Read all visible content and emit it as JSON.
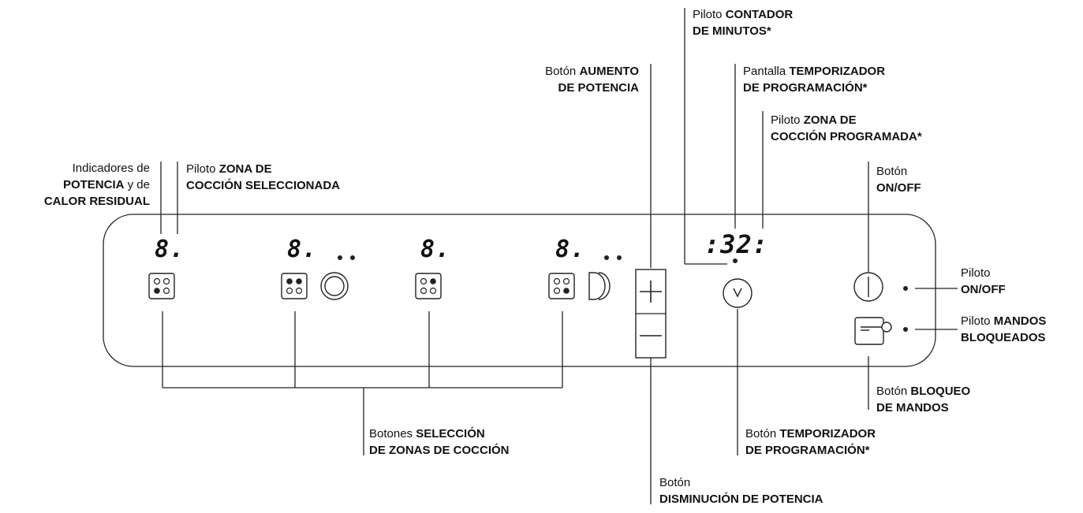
{
  "labels": {
    "indicadores": {
      "l1": "Indicadores de",
      "l2a": "POTENCIA",
      "l2b": " y de",
      "l3": "CALOR RESIDUAL"
    },
    "piloto_zona_sel": {
      "l1a": "Piloto ",
      "l1b": "ZONA DE",
      "l2": "COCCIÓN SELECCIONADA"
    },
    "boton_aumento": {
      "l1a": "Botón ",
      "l1b": "AUMENTO",
      "l2": "DE POTENCIA"
    },
    "piloto_contador": {
      "l1a": "Piloto ",
      "l1b": "CONTADOR",
      "l2": "DE MINUTOS*"
    },
    "pantalla_temp": {
      "l1a": "Pantalla ",
      "l1b": "TEMPORIZADOR",
      "l2": "DE PROGRAMACIÓN*"
    },
    "piloto_zona_prog": {
      "l1a": "Piloto ",
      "l1b": "ZONA DE",
      "l2": "COCCIÓN PROGRAMADA*"
    },
    "boton_onoff": {
      "l1": "Botón",
      "l2": "ON/OFF"
    },
    "piloto_onoff": {
      "l1": "Piloto",
      "l2": "ON/OFF"
    },
    "piloto_mandos": {
      "l1a": "Piloto ",
      "l1b": "MANDOS",
      "l2": "BLOQUEADOS"
    },
    "boton_bloqueo": {
      "l1a": "Botón ",
      "l1b": "BLOQUEO",
      "l2": "DE MANDOS"
    },
    "boton_temp": {
      "l1a": "Botón ",
      "l1b": "TEMPORIZADOR",
      "l2": "DE PROGRAMACIÓN*"
    },
    "botones_seleccion": {
      "l1a": "Botones ",
      "l1b": "SELECCIÓN",
      "l2": "DE ZONAS DE COCCIÓN"
    },
    "boton_disminucion": {
      "l1": "Botón",
      "l2": "DISMINUCIÓN DE POTENCIA"
    }
  },
  "displays": {
    "zone1": "8.",
    "zone2": "8.",
    "zone3": "8.",
    "zone4": "8.",
    "timer": ":32:"
  },
  "icons": [
    "zone-select-icon",
    "double-zone-icon",
    "oval-zone-icon",
    "plus-icon",
    "minus-icon",
    "clock-icon",
    "power-icon",
    "key-lock-icon"
  ]
}
